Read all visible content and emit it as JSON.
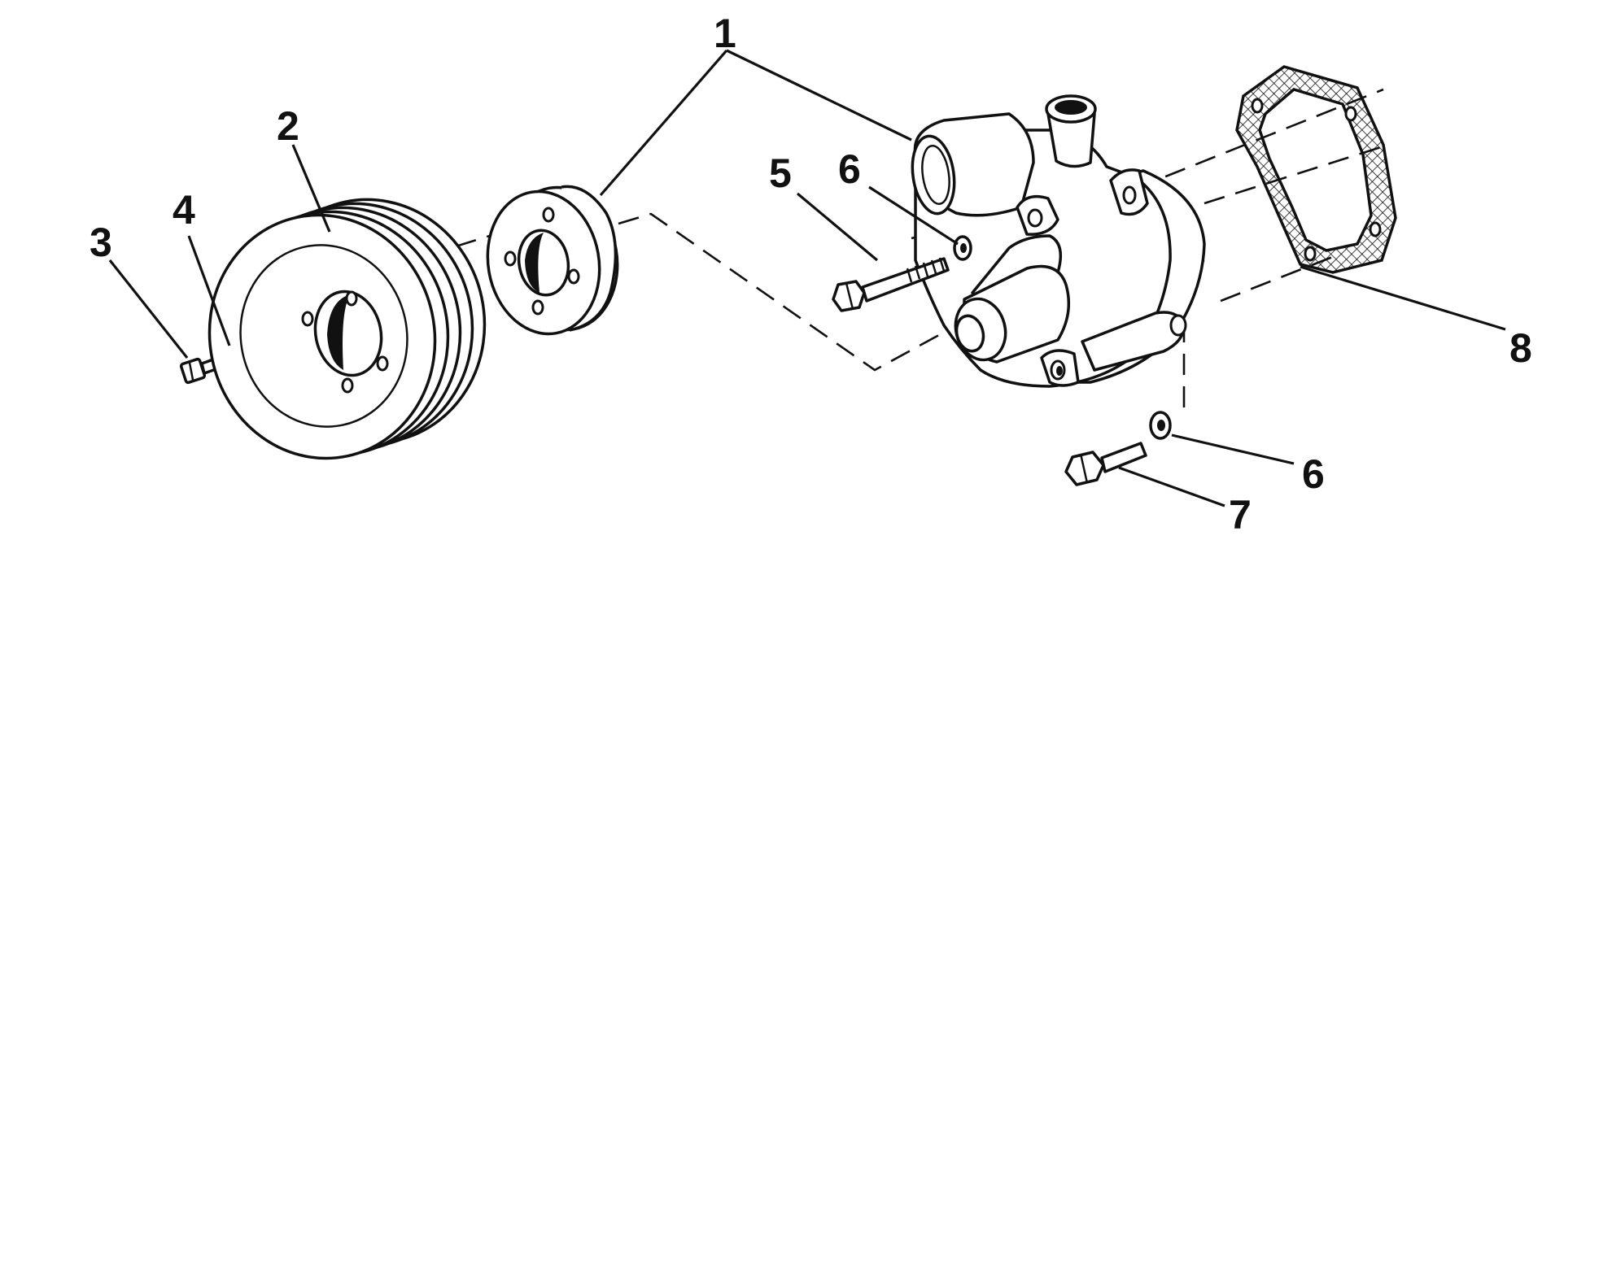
{
  "callouts": [
    {
      "id": "1",
      "text": "1"
    },
    {
      "id": "2",
      "text": "2"
    },
    {
      "id": "3",
      "text": "3"
    },
    {
      "id": "4",
      "text": "4"
    },
    {
      "id": "5",
      "text": "5"
    },
    {
      "id": "6a",
      "text": "6"
    },
    {
      "id": "6b",
      "text": "6"
    },
    {
      "id": "7",
      "text": "7"
    },
    {
      "id": "8",
      "text": "8"
    }
  ],
  "colors": {
    "ink": "#111111",
    "background": "#ffffff"
  }
}
